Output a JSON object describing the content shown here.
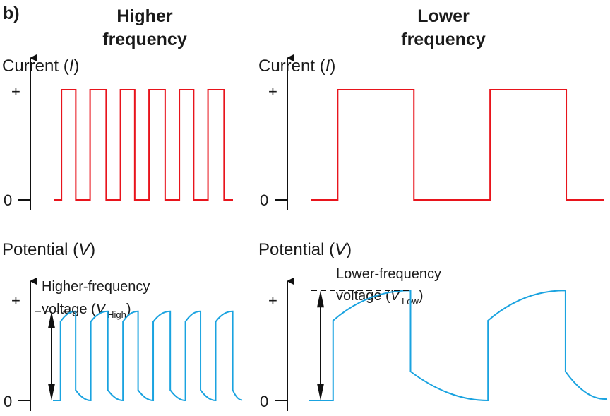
{
  "panel_label": "b)",
  "colors": {
    "current": "#e8141c",
    "potential": "#1aa3e0",
    "axis": "#111111"
  },
  "columns": [
    {
      "title_line1": "Higher",
      "title_line2": "frequency"
    },
    {
      "title_line1": "Lower",
      "title_line2": "frequency"
    }
  ],
  "current_axis": {
    "label": "Current (",
    "symbol": "I",
    "close": ")",
    "tick_plus": "+",
    "tick_zero": "0"
  },
  "potential_axis": {
    "label": "Potential (",
    "symbol": "V",
    "close": ")",
    "tick_plus": "+",
    "tick_zero": "0"
  },
  "annotations": {
    "high": {
      "line1": "Higher-frequency",
      "line2": "voltage (",
      "symbol": "V",
      "subscript": "High",
      "close": ")"
    },
    "low": {
      "line1": "Lower-frequency",
      "line2": "voltage (",
      "symbol": "V",
      "subscript": "Low",
      "close": ")"
    }
  },
  "chart_data": [
    {
      "type": "line",
      "title": "Higher frequency — Current (I)",
      "ylabel": "Current (I)",
      "y_ticks": [
        "0",
        "+"
      ],
      "waveform": "square",
      "pulses": 6,
      "t_end": 1.0,
      "rise_times": [
        0.04,
        0.2,
        0.37,
        0.53,
        0.7,
        0.86
      ],
      "fall_times": [
        0.12,
        0.29,
        0.45,
        0.62,
        0.78,
        0.95
      ],
      "levels": {
        "low": 0,
        "high": 1
      }
    },
    {
      "type": "line",
      "title": "Lower frequency — Current (I)",
      "ylabel": "Current (I)",
      "y_ticks": [
        "0",
        "+"
      ],
      "waveform": "square",
      "pulses": 2,
      "t_end": 1.0,
      "rise_times": [
        0.09,
        0.61
      ],
      "fall_times": [
        0.35,
        0.87
      ],
      "levels": {
        "low": 0,
        "high": 1
      }
    },
    {
      "type": "line",
      "title": "Higher frequency — Potential (V)",
      "ylabel": "Potential (V)",
      "y_ticks": [
        "0",
        "+"
      ],
      "waveform": "charging",
      "pulses": 6,
      "t_end": 1.0,
      "rise_times": [
        0.04,
        0.2,
        0.37,
        0.53,
        0.7,
        0.86
      ],
      "fall_times": [
        0.12,
        0.29,
        0.45,
        0.62,
        0.78,
        0.95
      ],
      "jump_level": 0.68,
      "peak_level": 0.77,
      "drop_level": 0.09,
      "marked_amplitude": "V_High",
      "marked_level": 0.77
    },
    {
      "type": "line",
      "title": "Lower frequency — Potential (V)",
      "ylabel": "Potential (V)",
      "y_ticks": [
        "0",
        "+"
      ],
      "waveform": "charging",
      "pulses": 2,
      "t_end": 1.0,
      "rise_times": [
        0.08,
        0.6
      ],
      "fall_times": [
        0.34,
        0.86
      ],
      "jump_level": 0.69,
      "peak_level": 0.95,
      "drop_level": 0.25,
      "marked_amplitude": "V_Low",
      "marked_level": 0.95
    }
  ]
}
